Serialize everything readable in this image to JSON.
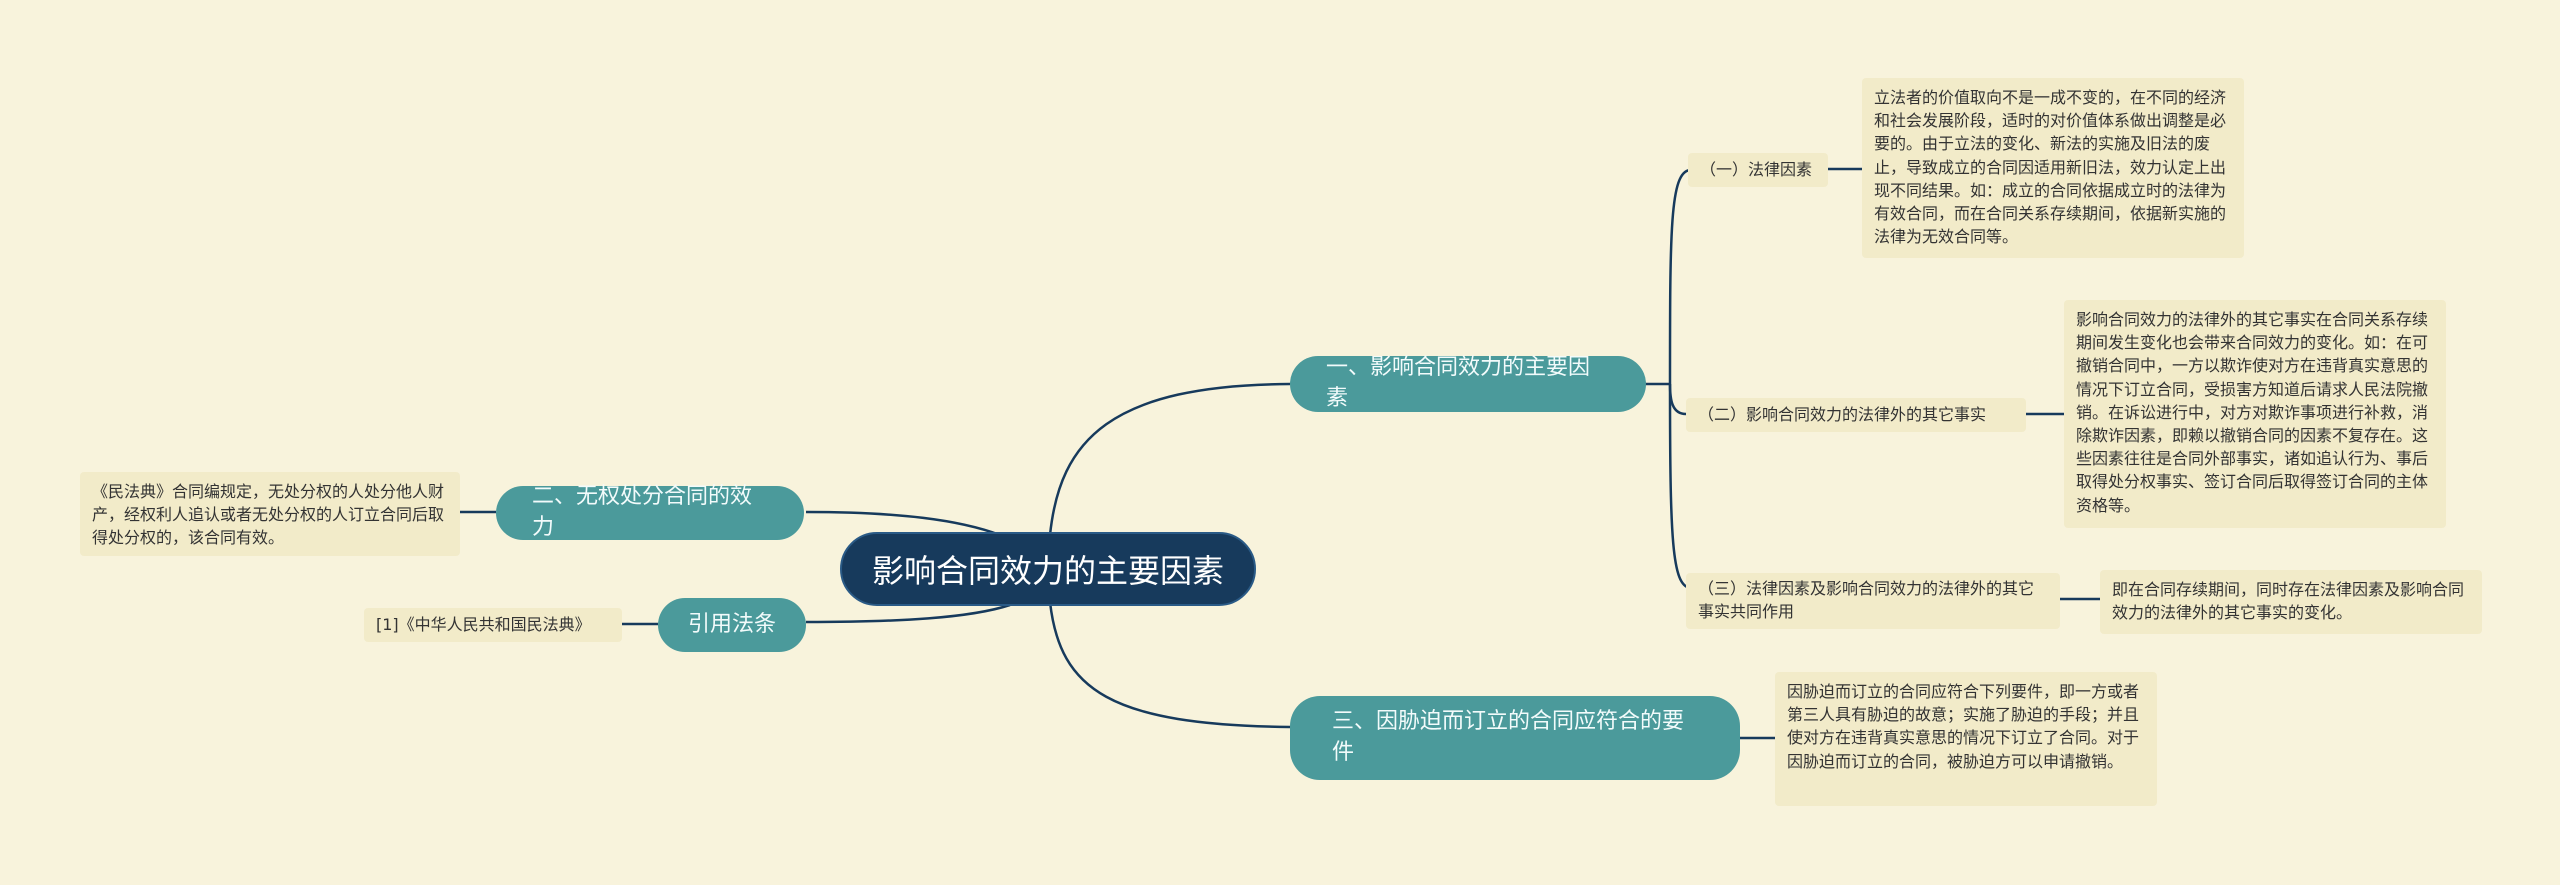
{
  "root": {
    "label": "影响合同效力的主要因素"
  },
  "branches": {
    "b1": {
      "label": "一、影响合同效力的主要因素",
      "children": [
        {
          "label": "（一）法律因素",
          "detail": "立法者的价值取向不是一成不变的，在不同的经济和社会发展阶段，适时的对价值体系做出调整是必要的。由于立法的变化、新法的实施及旧法的废止，导致成立的合同因适用新旧法，效力认定上出现不同结果。如：成立的合同依据成立时的法律为有效合同，而在合同关系存续期间，依据新实施的法律为无效合同等。"
        },
        {
          "label": "（二）影响合同效力的法律外的其它事实",
          "detail": "影响合同效力的法律外的其它事实在合同关系存续期间发生变化也会带来合同效力的变化。如：在可撤销合同中，一方以欺诈使对方在违背真实意思的情况下订立合同，受损害方知道后请求人民法院撤销。在诉讼进行中，对方对欺诈事项进行补救，消除欺诈因素，即赖以撤销合同的因素不复存在。这些因素往往是合同外部事实，诸如追认行为、事后取得处分权事实、签订合同后取得签订合同的主体资格等。"
        },
        {
          "label": "（三）法律因素及影响合同效力的法律外的其它事实共同作用",
          "detail": "即在合同存续期间，同时存在法律因素及影响合同效力的法律外的其它事实的变化。"
        }
      ]
    },
    "b2": {
      "label": "二、无权处分合同的效力",
      "detail": "《民法典》合同编规定，无处分权的人处分他人财产，经权利人追认或者无处分权的人订立合同后取得处分权的，该合同有效。"
    },
    "b3": {
      "label": "引用法条",
      "detail": "[1]《中华人民共和国民法典》"
    },
    "b4": {
      "label": "三、因胁迫而订立的合同应符合的要件",
      "detail": "因胁迫而订立的合同应符合下列要件，即一方或者第三人具有胁迫的故意；实施了胁迫的手段；并且使对方在违背真实意思的情况下订立了合同。对于因胁迫而订立的合同，被胁迫方可以申请撤销。"
    }
  },
  "colors": {
    "background": "#f8f3dc",
    "root": "#173a5c",
    "branch": "#4b9a9b",
    "leaf": "#f2ebc9",
    "line": "#173a5c"
  }
}
